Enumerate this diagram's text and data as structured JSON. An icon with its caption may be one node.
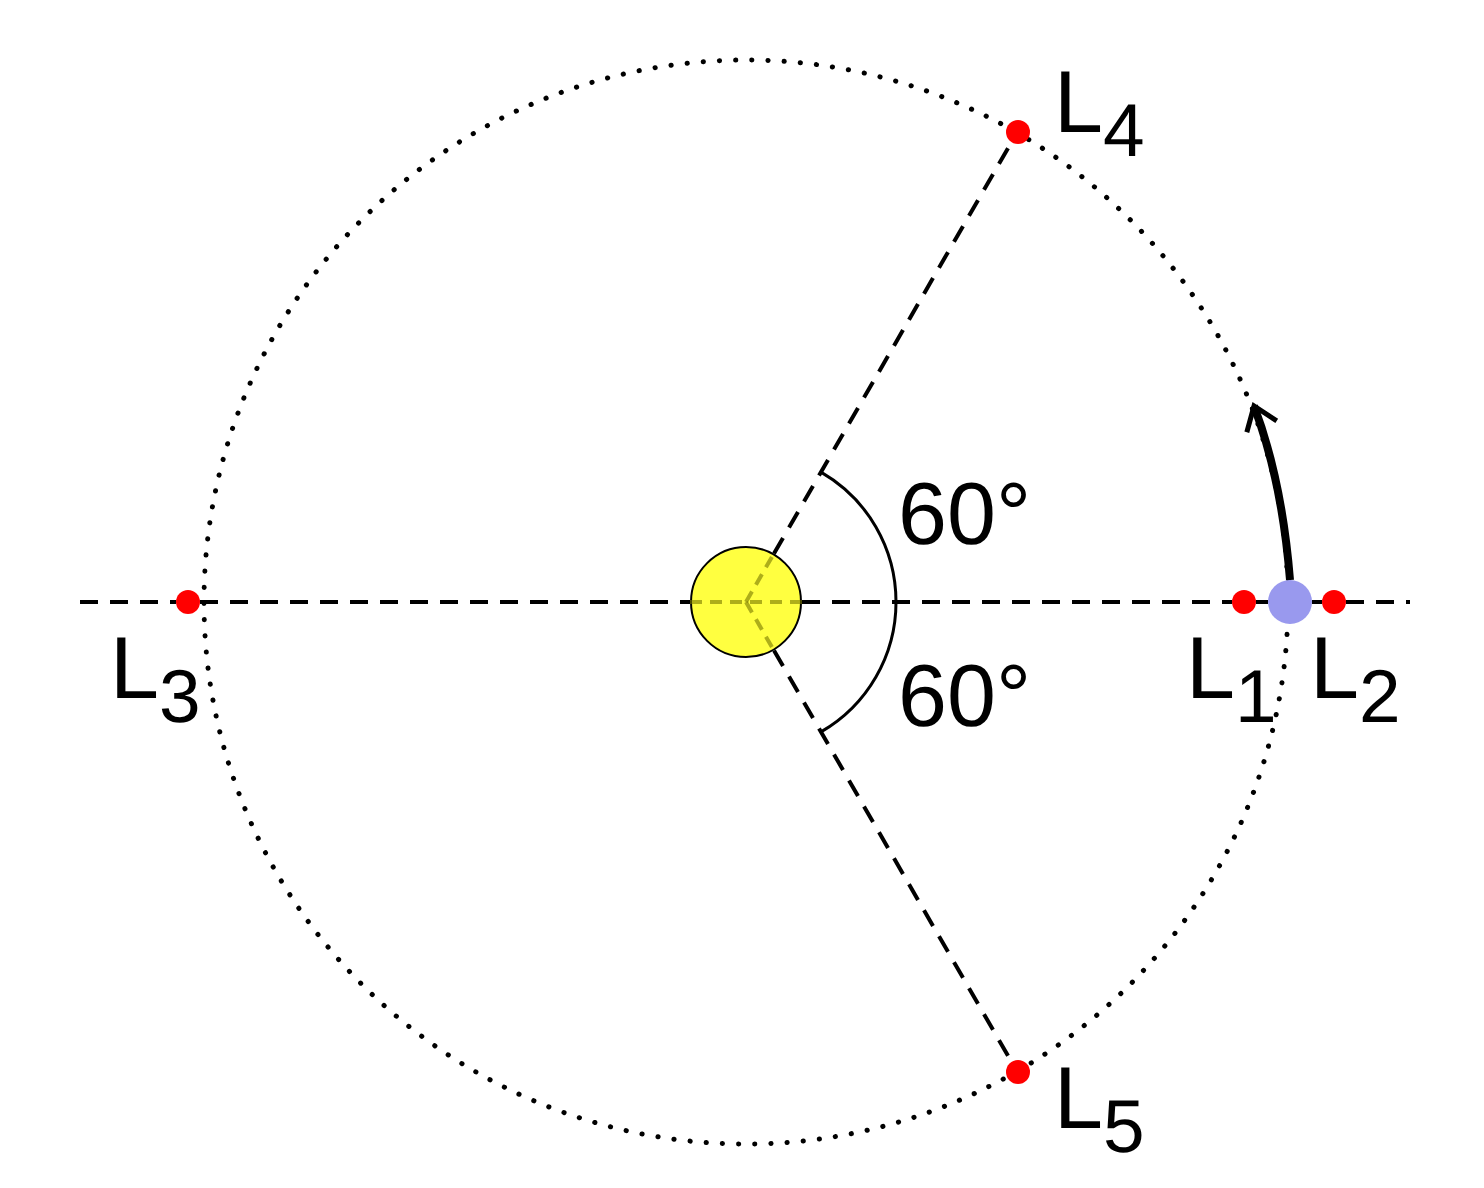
{
  "diagram": {
    "nodes": [
      {
        "text": [],
        "shape": "circle",
        "beside": [
          "L$_{4}$"
        ]
      },
      {
        "text": [],
        "shape": "circle",
        "beside": [
          "L$_{3}$"
        ]
      },
      {
        "text": [],
        "shape": "circle"
      },
      {
        "text": [],
        "shape": "circle",
        "beside": [
          "L$_{1}$"
        ]
      },
      {
        "text": [],
        "shape": "circle"
      },
      {
        "text": [],
        "shape": "circle",
        "beside": [
          "L$_{2}$"
        ]
      },
      {
        "text": [],
        "shape": "circle",
        "beside": [
          "L$_{5}$"
        ]
      }
    ],
    "edges": [
      {
        "from": null,
        "to": 1,
        "arrow": "none",
        "style": "dashed"
      },
      {
        "from": 1,
        "to": 2,
        "arrow": "none",
        "style": "dashed"
      },
      {
        "from": 2,
        "to": 3,
        "arrow": "none",
        "style": "dashed"
      },
      {
        "from": 3,
        "to": 4,
        "arrow": "none",
        "style": "dashed"
      },
      {
        "from": 4,
        "to": 5,
        "arrow": "none",
        "style": "dashed"
      },
      {
        "from": 5,
        "to": null,
        "arrow": "none",
        "style": "dashed"
      },
      {
        "from": 2,
        "to": 0,
        "arrow": "none",
        "style": "dashed"
      },
      {
        "from": 2,
        "to": 6,
        "arrow": "none",
        "style": "dashed"
      }
    ],
    "labels": [
      "60°",
      "60°"
    ]
  }
}
